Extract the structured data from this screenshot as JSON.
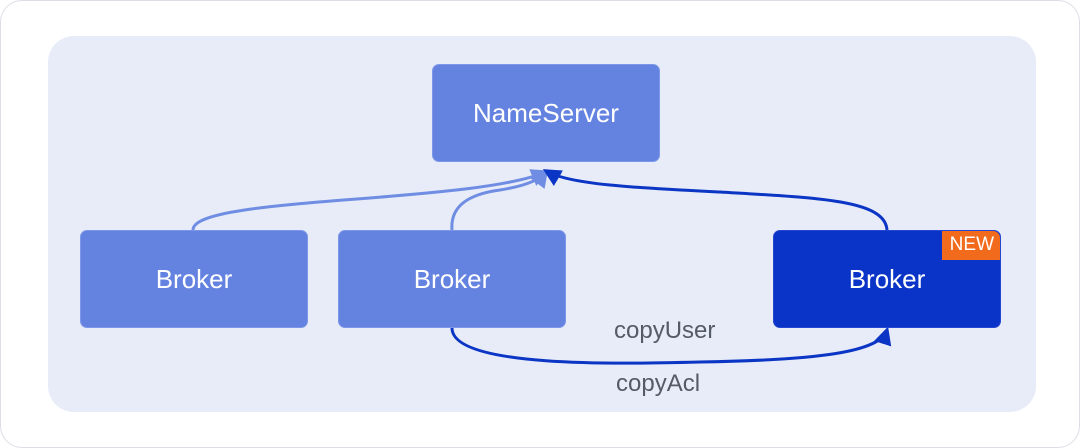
{
  "nodes": {
    "nameserver": {
      "label": "NameServer"
    },
    "broker_1": {
      "label": "Broker"
    },
    "broker_2": {
      "label": "Broker"
    },
    "broker_new": {
      "label": "Broker",
      "badge": "NEW"
    }
  },
  "edges": {
    "copy_user_label": "copyUser",
    "copy_acl_label": "copyAcl"
  },
  "colors": {
    "panel": "#e8ecf8",
    "node_light": "#6482e0",
    "node_dark": "#0a34c8",
    "badge": "#f26a1b",
    "edge_light": "#6f8de2",
    "edge_dark": "#0b35c4"
  }
}
